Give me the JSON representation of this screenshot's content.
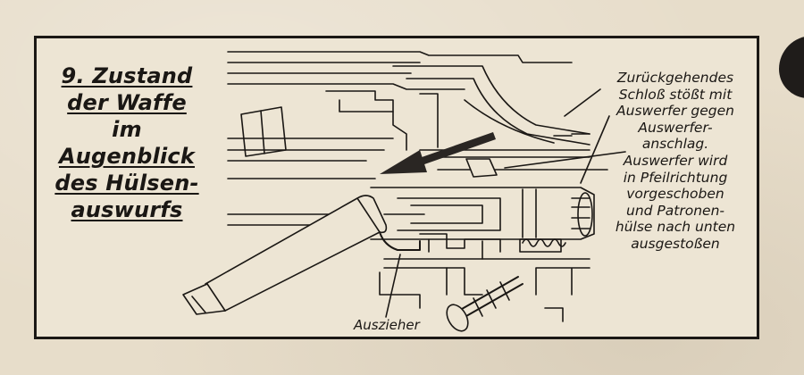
{
  "title": {
    "lines": [
      "9. Zustand",
      "der Waffe",
      "im",
      "Augenblick",
      "des Hülsen-",
      "auswurfs"
    ]
  },
  "annotation": {
    "lines": [
      "Zurückgehendes",
      "Schloß stößt mit",
      "Auswerfer gegen",
      "Auswerfer-",
      "anschlag.",
      "Auswerfer wird",
      "in Pfeilrichtung",
      "vorgeschoben",
      "und Patronen-",
      "hülse nach unten",
      "ausgestoßen"
    ]
  },
  "labels": {
    "auszieher": "Auszieher"
  },
  "colors": {
    "ink": "#1a1714",
    "paper": "#ede5d4",
    "arrow": "#2a2623"
  }
}
